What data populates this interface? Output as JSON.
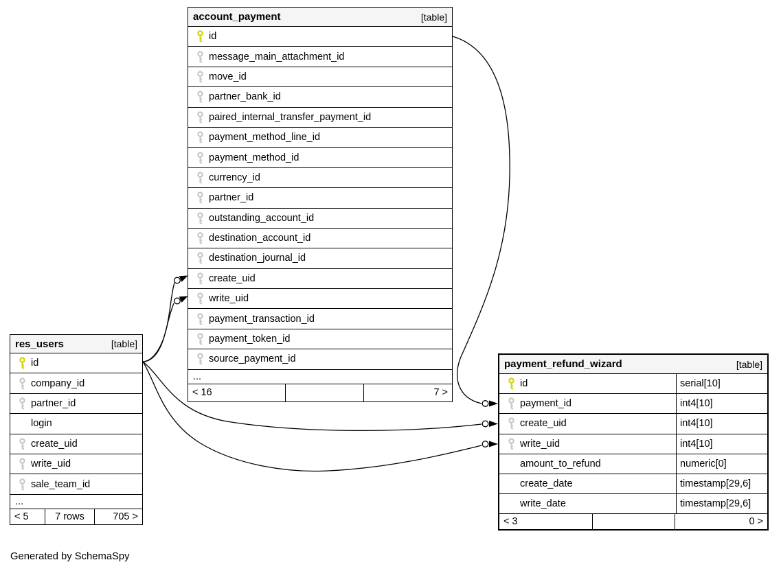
{
  "diagram": {
    "generator_note": "Generated by SchemaSpy",
    "colors": {
      "primary_key": "#d2d200",
      "foreign_key": "#c6c6c6",
      "header_bg": "#f5f5f5",
      "line": "#000000"
    },
    "tables": [
      {
        "id": "account_payment",
        "name": "account_payment",
        "badge": "[table]",
        "columns": [
          {
            "name": "id",
            "key": "pk"
          },
          {
            "name": "message_main_attachment_id",
            "key": "fk"
          },
          {
            "name": "move_id",
            "key": "fk"
          },
          {
            "name": "partner_bank_id",
            "key": "fk"
          },
          {
            "name": "paired_internal_transfer_payment_id",
            "key": "fk"
          },
          {
            "name": "payment_method_line_id",
            "key": "fk"
          },
          {
            "name": "payment_method_id",
            "key": "fk"
          },
          {
            "name": "currency_id",
            "key": "fk"
          },
          {
            "name": "partner_id",
            "key": "fk"
          },
          {
            "name": "outstanding_account_id",
            "key": "fk"
          },
          {
            "name": "destination_account_id",
            "key": "fk"
          },
          {
            "name": "destination_journal_id",
            "key": "fk"
          },
          {
            "name": "create_uid",
            "key": "fk"
          },
          {
            "name": "write_uid",
            "key": "fk"
          },
          {
            "name": "payment_transaction_id",
            "key": "fk"
          },
          {
            "name": "payment_token_id",
            "key": "fk"
          },
          {
            "name": "source_payment_id",
            "key": "fk"
          },
          {
            "name": "...",
            "key": "",
            "ellipsis": true
          }
        ],
        "footer": {
          "left": "< 16",
          "center": "",
          "right": "7 >"
        }
      },
      {
        "id": "res_users",
        "name": "res_users",
        "badge": "[table]",
        "columns": [
          {
            "name": "id",
            "key": "pk"
          },
          {
            "name": "company_id",
            "key": "fk"
          },
          {
            "name": "partner_id",
            "key": "fk"
          },
          {
            "name": "login",
            "key": ""
          },
          {
            "name": "create_uid",
            "key": "fk"
          },
          {
            "name": "write_uid",
            "key": "fk"
          },
          {
            "name": "sale_team_id",
            "key": "fk"
          },
          {
            "name": "...",
            "key": "",
            "ellipsis": true
          }
        ],
        "footer": {
          "left": "< 5",
          "center": "7 rows",
          "right": "705 >"
        }
      },
      {
        "id": "payment_refund_wizard",
        "name": "payment_refund_wizard",
        "badge": "[table]",
        "columns": [
          {
            "name": "id",
            "key": "pk",
            "type": "serial[10]"
          },
          {
            "name": "payment_id",
            "key": "fk",
            "type": "int4[10]"
          },
          {
            "name": "create_uid",
            "key": "fk",
            "type": "int4[10]"
          },
          {
            "name": "write_uid",
            "key": "fk",
            "type": "int4[10]"
          },
          {
            "name": "amount_to_refund",
            "key": "",
            "type": "numeric[0]"
          },
          {
            "name": "create_date",
            "key": "",
            "type": "timestamp[29,6]"
          },
          {
            "name": "write_date",
            "key": "",
            "type": "timestamp[29,6]"
          }
        ],
        "footer": {
          "left": "< 3",
          "center": "",
          "right": "0 >"
        }
      }
    ]
  }
}
